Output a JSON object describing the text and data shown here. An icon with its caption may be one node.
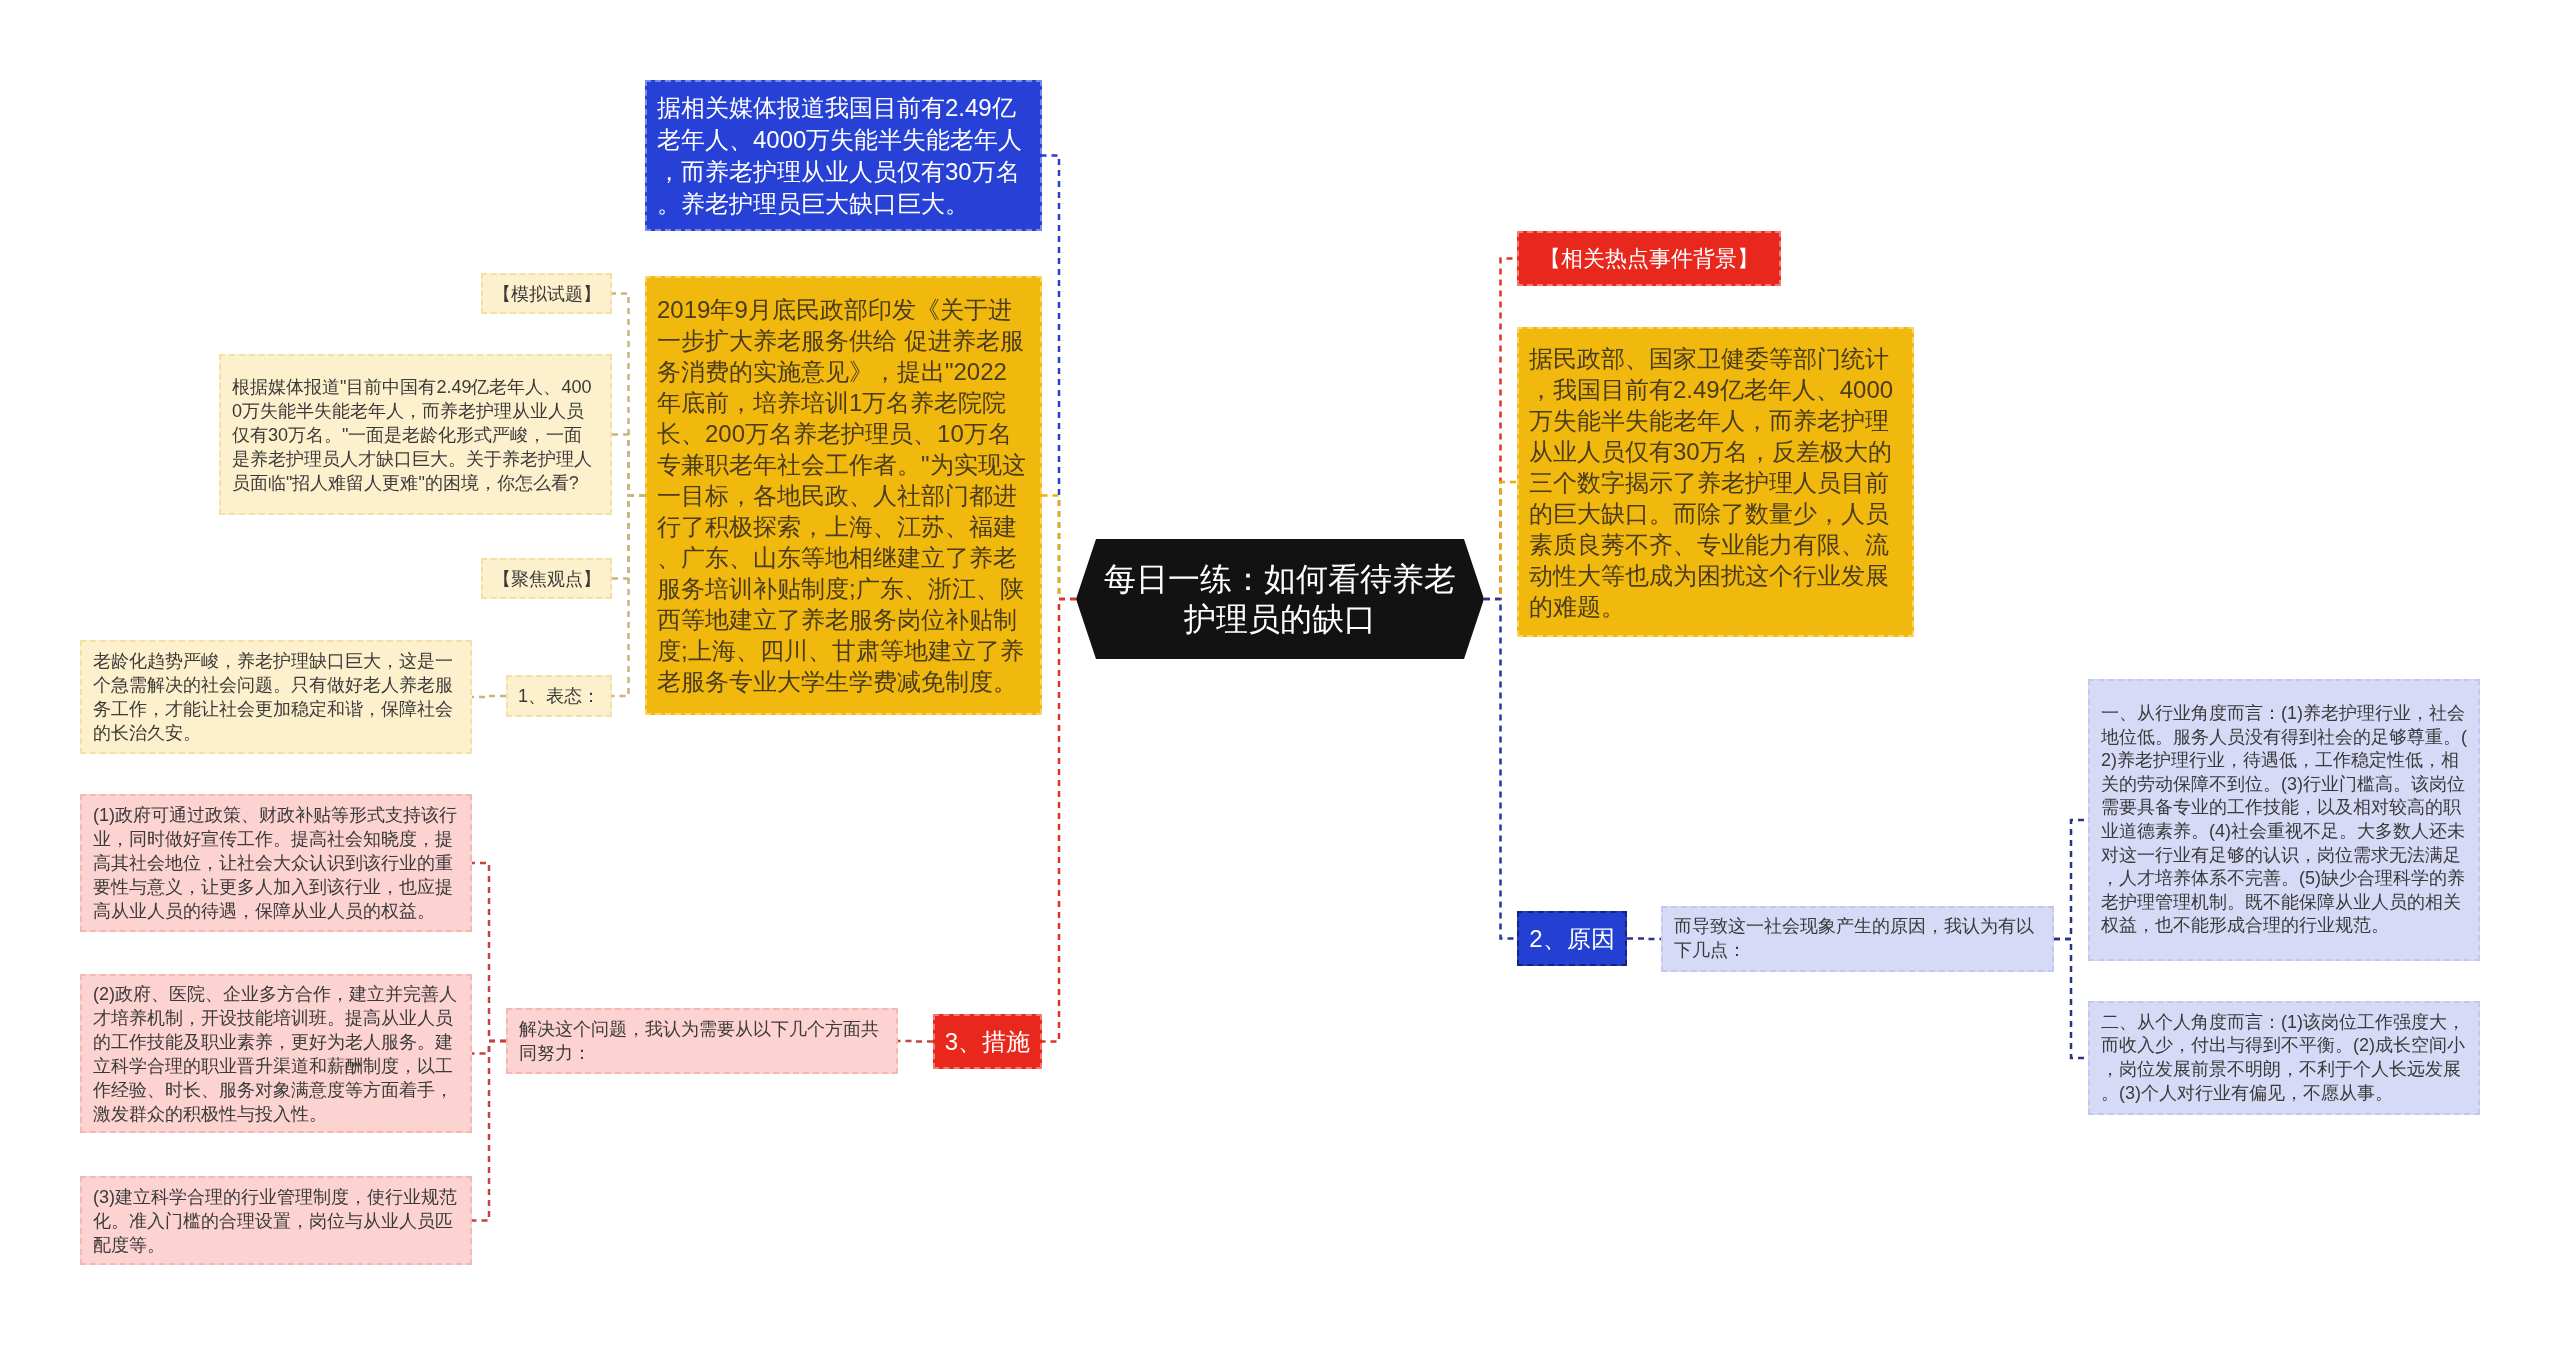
{
  "diagram": {
    "nodes": [
      {
        "text": [
          "每日一练：如何看待养老护理员的缺口"
        ]
      },
      {
        "text": [
          "据相关媒体报道我国目前有2.49亿老年人、4000万失能半失能老年人，而养老护理从业人员仅有30万名。养老护理员巨大缺口巨大。"
        ]
      },
      {
        "text": [
          "2019年9月底民政部印发《关于进一步扩大养老服务供给 促进养老服务消费的实施意见》，提出\"2022年底前，培养培训1万名养老院院长、200万名养老护理员、10万名专兼职老年社会工作者。\"为实现这一目标，各地民政、人社部门都进行了积极探索，上海、江苏、福建、广东、山东等地相继建立了养老服务培训补贴制度;广东、浙江、陕西等地建立了养老服务岗位补贴制度;上海、四川、甘肃等地建立了养老服务专业大学生学费减免制度。"
        ]
      },
      {
        "text": [
          "【模拟试题】"
        ]
      },
      {
        "text": [
          "根据媒体报道\"目前中国有2.49亿老年人、4000万失能半失能老年人，而养老护理从业人员仅有30万名。\"一面是老龄化形式严峻，一面是养老护理员人才缺口巨大。关于养老护理人员面临\"招人难留人更难\"的困境，你怎么看?"
        ]
      },
      {
        "text": [
          "【聚焦观点】"
        ]
      },
      {
        "text": [
          "1、表态："
        ]
      },
      {
        "text": [
          "老龄化趋势严峻，养老护理缺口巨大，这是一个急需解决的社会问题。只有做好老人养老服务工作，才能让社会更加稳定和谐，保障社会的长治久安。"
        ]
      },
      {
        "text": [
          "3、措施"
        ]
      },
      {
        "text": [
          "解决这个问题，我认为需要从以下几个方面共同努力："
        ]
      },
      {
        "text": [
          "(1)政府可通过政策、财政补贴等形式支持该行业，同时做好宣传工作。提高社会知晓度，提高其社会地位，让社会大众认识到该行业的重要性与意义，让更多人加入到该行业，也应提高从业人员的待遇，保障从业人员的权益。"
        ]
      },
      {
        "text": [
          "(2)政府、医院、企业多方合作，建立并完善人才培养机制，开设技能培训班。提高从业人员的工作技能及职业素养，更好为老人服务。建立科学合理的职业晋升渠道和薪酬制度，以工作经验、时长、服务对象满意度等方面着手，激发群众的积极性与投入性。"
        ]
      },
      {
        "text": [
          "(3)建立科学合理的行业管理制度，使行业规范化。准入门槛的合理设置，岗位与从业人员匹配度等。"
        ]
      },
      {
        "text": [
          "【相关热点事件背景】"
        ]
      },
      {
        "text": [
          "据民政部、国家卫健委等部门统计，我国目前有2.49亿老年人、4000万失能半失能老年人，而养老护理从业人员仅有30万名，反差极大的三个数字揭示了养老护理人员目前的巨大缺口。而除了数量少，人员素质良莠不齐、专业能力有限、流动性大等也成为困扰这个行业发展的难题。"
        ]
      },
      {
        "text": [
          "2、原因"
        ]
      },
      {
        "text": [
          "而导致这一社会现象产生的原因，我认为有以下几点："
        ]
      },
      {
        "text": [
          "一、从行业角度而言：(1)养老护理行业，社会地位低。服务人员没有得到社会的足够尊重。(2)养老护理行业，待遇低，工作稳定性低，相关的劳动保障不到位。(3)行业门槛高。该岗位需要具备专业的工作技能，以及相对较高的职业道德素养。(4)社会重视不足。大多数人还未对这一行业有足够的认识，岗位需求无法满足，人才培养体系不完善。(5)缺少合理科学的养老护理管理机制。既不能保障从业人员的相关权益，也不能形成合理的行业规范。"
        ]
      },
      {
        "text": [
          "二、从个人角度而言：(1)该岗位工作强度大，而收入少，付出与得到不平衡。(2)成长空间小，岗位发展前景不明朗，不利于个人长远发展。(3)个人对行业有偏见，不愿从事。"
        ]
      }
    ],
    "edges": [
      {
        "from": 0,
        "to": 1,
        "arrow": "none",
        "color": "#2a40c8"
      },
      {
        "from": 0,
        "to": 2,
        "arrow": "none",
        "color": "#e6b10e"
      },
      {
        "from": 2,
        "to": 3,
        "arrow": "none",
        "color": "#c9b47e"
      },
      {
        "from": 2,
        "to": 4,
        "arrow": "none",
        "color": "#c9b47e"
      },
      {
        "from": 2,
        "to": 5,
        "arrow": "none",
        "color": "#c9b47e"
      },
      {
        "from": 2,
        "to": 6,
        "arrow": "none",
        "color": "#c9b47e"
      },
      {
        "from": 6,
        "to": 7,
        "arrow": "none",
        "color": "#c9b47e"
      },
      {
        "from": 0,
        "to": 8,
        "arrow": "none",
        "color": "#e03424"
      },
      {
        "from": 8,
        "to": 9,
        "arrow": "none",
        "color": "#c0453f"
      },
      {
        "from": 9,
        "to": 10,
        "arrow": "none",
        "color": "#c0453f"
      },
      {
        "from": 9,
        "to": 11,
        "arrow": "none",
        "color": "#c0453f"
      },
      {
        "from": 9,
        "to": 12,
        "arrow": "none",
        "color": "#c0453f"
      },
      {
        "from": 0,
        "to": 13,
        "arrow": "none",
        "color": "#e03424"
      },
      {
        "from": 0,
        "to": 14,
        "arrow": "none",
        "color": "#e6b10e"
      },
      {
        "from": 0,
        "to": 15,
        "arrow": "none",
        "color": "#1f3aa8"
      },
      {
        "from": 15,
        "to": 16,
        "arrow": "none",
        "color": "#2a3580"
      },
      {
        "from": 16,
        "to": 17,
        "arrow": "none",
        "color": "#2a3580"
      },
      {
        "from": 16,
        "to": 18,
        "arrow": "none",
        "color": "#2a3580"
      }
    ]
  }
}
